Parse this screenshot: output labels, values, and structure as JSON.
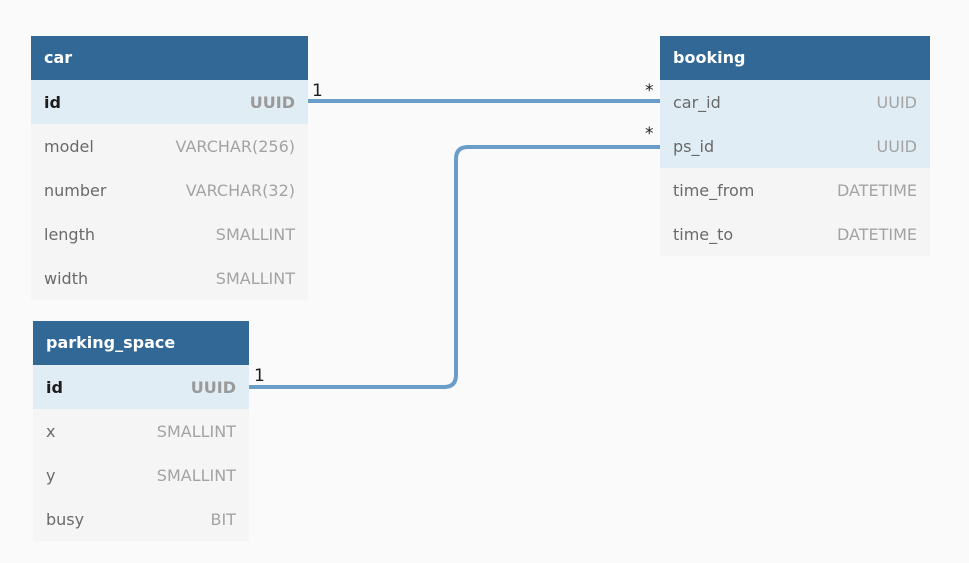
{
  "tables": {
    "car": {
      "name": "car",
      "fields": [
        {
          "name": "id",
          "type": "UUID"
        },
        {
          "name": "model",
          "type": "VARCHAR(256)"
        },
        {
          "name": "number",
          "type": "VARCHAR(32)"
        },
        {
          "name": "length",
          "type": "SMALLINT"
        },
        {
          "name": "width",
          "type": "SMALLINT"
        }
      ]
    },
    "booking": {
      "name": "booking",
      "fields": [
        {
          "name": "car_id",
          "type": "UUID"
        },
        {
          "name": "ps_id",
          "type": "UUID"
        },
        {
          "name": "time_from",
          "type": "DATETIME"
        },
        {
          "name": "time_to",
          "type": "DATETIME"
        }
      ]
    },
    "parking_space": {
      "name": "parking_space",
      "fields": [
        {
          "name": "id",
          "type": "UUID"
        },
        {
          "name": "x",
          "type": "SMALLINT"
        },
        {
          "name": "y",
          "type": "SMALLINT"
        },
        {
          "name": "busy",
          "type": "BIT"
        }
      ]
    }
  },
  "relations": [
    {
      "from": "car.id",
      "to": "booking.car_id",
      "from_card": "1",
      "to_card": "*"
    },
    {
      "from": "parking_space.id",
      "to": "booking.ps_id",
      "from_card": "1",
      "to_card": "*"
    }
  ],
  "colors": {
    "header": "#316896",
    "connector": "#6a9ec9",
    "key_row": "#e0edf5",
    "row": "#f5f5f5",
    "background": "#fafafa"
  }
}
